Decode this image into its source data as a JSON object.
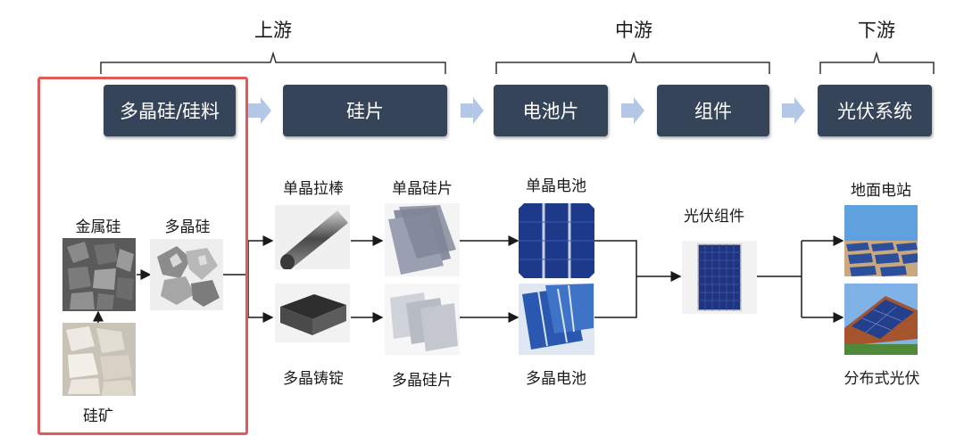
{
  "stages": {
    "upstream": "上游",
    "midstream": "中游",
    "downstream": "下游"
  },
  "boxes": {
    "polysilicon_material": "多晶硅/硅料",
    "wafer": "硅片",
    "cell": "电池片",
    "module": "组件",
    "pv_system": "光伏系统"
  },
  "items": {
    "metal_silicon": "金属硅",
    "polysilicon": "多晶硅",
    "silicon_ore": "硅矿",
    "mono_ingot": "单晶拉棒",
    "multi_ingot": "多晶铸锭",
    "mono_wafer": "单晶硅片",
    "multi_wafer": "多晶硅片",
    "mono_cell": "单晶电池",
    "multi_cell": "多晶电池",
    "pv_module": "光伏组件",
    "ground_station": "地面电站",
    "distributed_pv": "分布式光伏"
  },
  "colors": {
    "box": "#354458",
    "arrow": "#b4c7e7",
    "highlight": "#e05a5a",
    "line": "#1a1a1a"
  }
}
